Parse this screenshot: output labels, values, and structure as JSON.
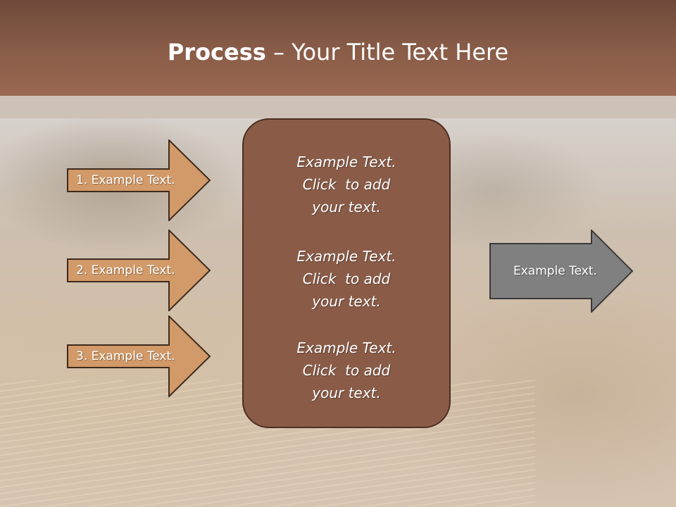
{
  "header": {
    "title_bold": "Process",
    "title_rest": " – Your Title Text Here"
  },
  "left_arrows": [
    {
      "label": "1. Example Text."
    },
    {
      "label": "2. Example Text."
    },
    {
      "label": "3. Example Text."
    }
  ],
  "center_box": {
    "blocks": [
      {
        "lines": [
          "Example Text.",
          "Click  to add",
          "your text."
        ]
      },
      {
        "lines": [
          "Example Text.",
          "Click  to add",
          "your text."
        ]
      },
      {
        "lines": [
          "Example Text.",
          "Click  to add",
          "your text."
        ]
      }
    ]
  },
  "right_arrow": {
    "label": "Example Text."
  },
  "colors": {
    "header": "#8a5d48",
    "left_arrow_fill": "#d19a68",
    "center_box_fill": "#8a5c48",
    "right_arrow_fill": "#808080"
  }
}
